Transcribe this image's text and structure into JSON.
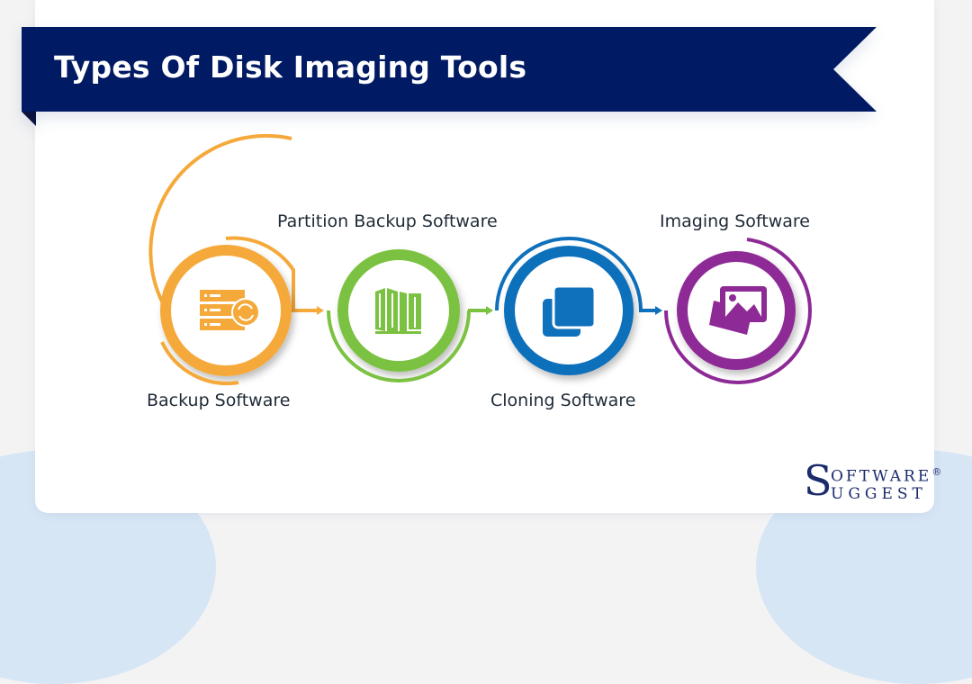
{
  "page": {
    "title": "Types Of Disk Imaging Tools"
  },
  "colors": {
    "banner": "#001a63",
    "orange": "#f5a93a",
    "green": "#7cc242",
    "blue": "#0f70bb",
    "purple": "#8e2a96",
    "text": "#1e2a36"
  },
  "steps": [
    {
      "label": "Backup Software",
      "icon": "server-sync-icon",
      "color": "#f5a93a"
    },
    {
      "label": "Partition Backup Software",
      "icon": "folding-screen-partition-icon",
      "color": "#7cc242"
    },
    {
      "label": "Cloning Software",
      "icon": "copy-clone-icon",
      "color": "#0f70bb"
    },
    {
      "label": "Imaging Software",
      "icon": "image-stack-icon",
      "color": "#8e2a96"
    }
  ],
  "logo": {
    "initial": "S",
    "line1": "oftware",
    "line2": "uggest",
    "registered": "®"
  }
}
